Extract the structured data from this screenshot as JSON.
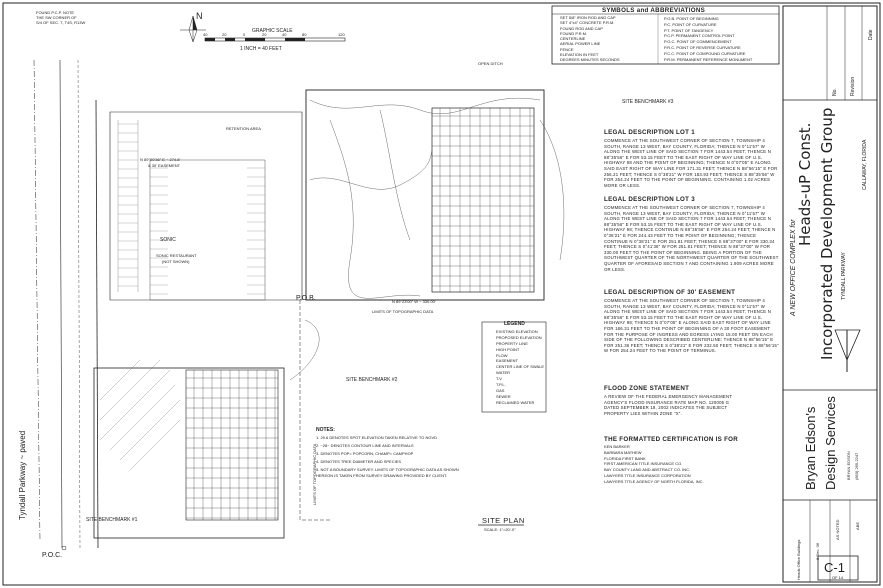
{
  "symbols": {
    "title": "SYMBOLS and ABBREVIATIONS",
    "left": [
      "SET 5/8\" IRON ROD AND CAP",
      "SET 4\"x4\" CONCRETE P.R.M.",
      "FOUND ROD AND CAP",
      "FOUND P.R.M.",
      "CENTERLINE",
      "AERIAL POWER LINE",
      "FENCE",
      "ELEVATION IN FEET",
      "DEGREES MINUTES SECONDS"
    ],
    "right": [
      "P.O.B.  POINT OF BEGINNING",
      "P.C.  POINT OF CURVATURE",
      "P.T.  POINT OF TANGENCY",
      "P.C.P.  PERMANENT CONTROL POINT",
      "P.O.C.  POINT OF COMMENCEMENT",
      "P.R.C.  POINT OF REVERSE CURVATURE",
      "P.C.C.  POINT OF COMPOUND CURVATURE",
      "P.R.M.  PERMANENT REFERENCE MONUMENT"
    ]
  },
  "scale": {
    "title": "GRAPHIC SCALE",
    "ticks": [
      "40",
      "20",
      "0",
      "20",
      "40",
      "80",
      "120"
    ],
    "note": "1 INCH = 40 FEET"
  },
  "north": "N",
  "found_note": [
    "FOUND P.C.P. NOTE",
    "THE SW CORNER OF",
    "S/4 OF SEC. 7, T4S, R13W"
  ],
  "map": {
    "retention": "RETENTION AREA",
    "easement": "N 89°00'36\" E ~ 274.8’",
    "easement2": "& 30' EASEMENT",
    "sonic": "SONIC",
    "sonic_rest": "SONIC RESTAURANT",
    "not_shown": "(NOT SHOWN)",
    "road": "Tyndall Parkway ~ paved",
    "pob": "P.O.B.",
    "poc": "P.O.C.",
    "bench1": "SITE BENCHMARK #1",
    "bench2": "SITE BENCHMARK #2",
    "bench3": "SITE BENCHMARK #3",
    "limits": "LIMITS OF TOPOGRAPHIC DATA",
    "limits2": "LIMITS OF TOPOGRAPHIC DATA",
    "bottom_bearing": "N 89°23'00\" W ~ 330.00'",
    "open_ditch": "OPEN DITCH",
    "site_plan": "SITE PLAN",
    "site_scale": "SCALE: 1\"=20'-0\""
  },
  "legend": {
    "title": "LEGEND",
    "items": [
      "EXISTING ELEVATION",
      "PROPOSED ELEVATION",
      "PROPERTY LINE",
      "HIGH POINT",
      "FLOW",
      "EASEMENT",
      "CENTER LINE OF SWALE",
      "WATER",
      "T.V.",
      "T.P.L.",
      "GAS",
      "SEWER",
      "RECLAIMED WATER"
    ]
  },
  "notes": {
    "title": "NOTES:",
    "items": [
      "1.  29.6  DENOTES SPOT ELEVATION TAKEN RELATIVE TO NGVD",
      "2.  ~28~  DENOTES CONTOUR LINE AND INTERVALS",
      "3.  DENOTES POP= POPCORN, CHAMP= CAMPHOP",
      "4.  DENOTES TREE DIAMETER AND SPECIES",
      "5.  NOT A BOUNDARY SURVEY. LIMITS OF TOPOGRAPHIC DATA AS SHOWN",
      "    HEREON IS TAKEN FROM SURVEY DRAWING PROVIDED BY CLIENT."
    ]
  },
  "legal": {
    "lot1_title": "LEGAL DESCRIPTION LOT 1",
    "lot1": "COMMENCE AT THE SOUTHWEST CORNER OF SECTION 7, TOWNSHIP 4 SOUTH, RANGE 13 WEST, BAY COUNTY, FLORIDA; THENCE N 0°11'57\" W ALONG THE WEST LINE OF SAID SECTION 7 FOR 1443.54 FEET; THENCE N 88°35'56\" E FOR 53.15 FEET TO THE EAST RIGHT OF WAY LINE OF U.S. HIGHWAY 98 AND THE POINT OF BEGINNING; THENCE N 0°07'05\" E ALONG SAID EAST RIGHT OF WAY LINE FOR 171.31 FEET; THENCE N 88°56'15\" E FOR 256.21 FEET; THENCE S 0°38'21\" W FOR 183.93 FEET; THENCE S 88°35'56\" W FOR 254.24 FEET TO THE POINT OF BEGINNING. CONTAINING 1.02 ACRES MORE OR LESS.",
    "lot3_title": "LEGAL DESCRIPTION LOT 3",
    "lot3": "COMMENCE AT THE SOUTHWEST CORNER OF SECTION 7, TOWNSHIP 4 SOUTH, RANGE 13 WEST, BAY COUNTY, FLORIDA; THENCE N 0°11'57\" W ALONG THE WEST LINE OF SAID SECTION 7 FOR 1443.54 FEET; THENCE N 88°35'56\" E FOR 53.15 FEET TO THE EAST RIGHT OF WAY LINE OF U.S. HIGHWAY 98; THENCE CONTINUE N 88°35'56\" E FOR 254.24 FEET; THENCE N 0°38'21\" E FOR 244.43 FEET TO THE POINT OF BEGINNING; THENCE CONTINUE N 0°38'21\" E FOR 251.81 FEET; THENCE S 88°37'00\" E FOR 330.34 FEET; THENCE S 0°41'36\" W FOR 251.81 FEET; THENCE N 88°37'00\" W FOR 330.00 FEET TO THE POINT OF BEGINNING. BEING A PORTION OF THE SOUTHWEST QUARTER OF THE NORTHWEST QUARTER OF THE SOUTHWEST QUARTER OF AFORESAID SECTION 7 AND CONTAINING 1.909 ACRES MORE OR LESS.",
    "ease_title": "LEGAL DESCRIPTION OF 30' EASEMENT",
    "ease": "COMMENCE AT THE SOUTHWEST CORNER OF SECTION 7, TOWNSHIP 4 SOUTH, RANGE 13 WEST, BAY COUNTY, FLORIDA; THENCE N 0°11'57\" W ALONG THE WEST LINE OF SAID SECTION 7 FOR 1443.54 FEET; THENCE N 88°35'56\" E FOR 53.15 FEET TO THE EAST RIGHT OF WAY LINE OF U.S. HIGHWAY 98; THENCE N 0°07'05\" E ALONG SAID EAST RIGHT OF WAY LINE FOR 186.31 FEET TO THE POINT OF BEGINNING OF A 30 FOOT EASEMENT FOR THE PURPOSE OF INGRESS AND EGRESS LYING 15.00 FEET ON EACH SIDE OF THE FOLLOWING DESCRIBED CENTERLINE; THENCE N 88°56'15\" E FOR 251.36 FEET; THENCE S 0°38'21\" E FOR 232.50 FEET; THENCE S 88°56'15\" W FOR 254.24 FEET TO THE POINT OF TERMINUS.",
    "flood_title": "FLOOD ZONE STATEMENT",
    "flood": "A REVIEW OF THE FEDERAL EMERGENCY MANAGEMENT AGENCY'S FLOOD INSURANCE RATE MAP NO. 120005 G DATED SEPTEMBER 18, 2002 INDICATES THE SUBJECT PROPERTY LIES WITHIN ZONE \"X\".",
    "cert_title": "THE FORMATTED CERTIFICATION IS FOR",
    "cert": [
      "KEN BARKER",
      "BARBARA MATHEW",
      "FLORIDA FIRST BANK",
      "FIRST AMERICAN TITLE INSURANCE CO.",
      "BAY COUNTY LAND AND ABSTRACT CO. INC.",
      "LAWYERS TITLE INSURANCE CORPORATION",
      "LAWYERS TITLE AGENCY OF NORTH FLORIDA, INC."
    ]
  },
  "titleblock": {
    "revision": "Revision",
    "date": "Date",
    "no": "No.",
    "project_line": "A NEW OFFICE COMPLEX for",
    "project": "Heads-uP Const.",
    "project2": "Incorporated Development Group",
    "location": "TYNDALL PARKWAY",
    "city": "CALLAWAY, FLORIDA",
    "firm": "Bryan Edson's",
    "firm2": "Design Services",
    "firm_addr": "(850) 265-2247",
    "firm_sub": "BRYAN EDSON",
    "drawing_title": "Heads Office Buildings",
    "sheet_date": "6 Dec. 06",
    "scale": "AS NOTED",
    "drawn": "ABE",
    "sheet": "C-1",
    "sheet_of": "OF 14"
  }
}
